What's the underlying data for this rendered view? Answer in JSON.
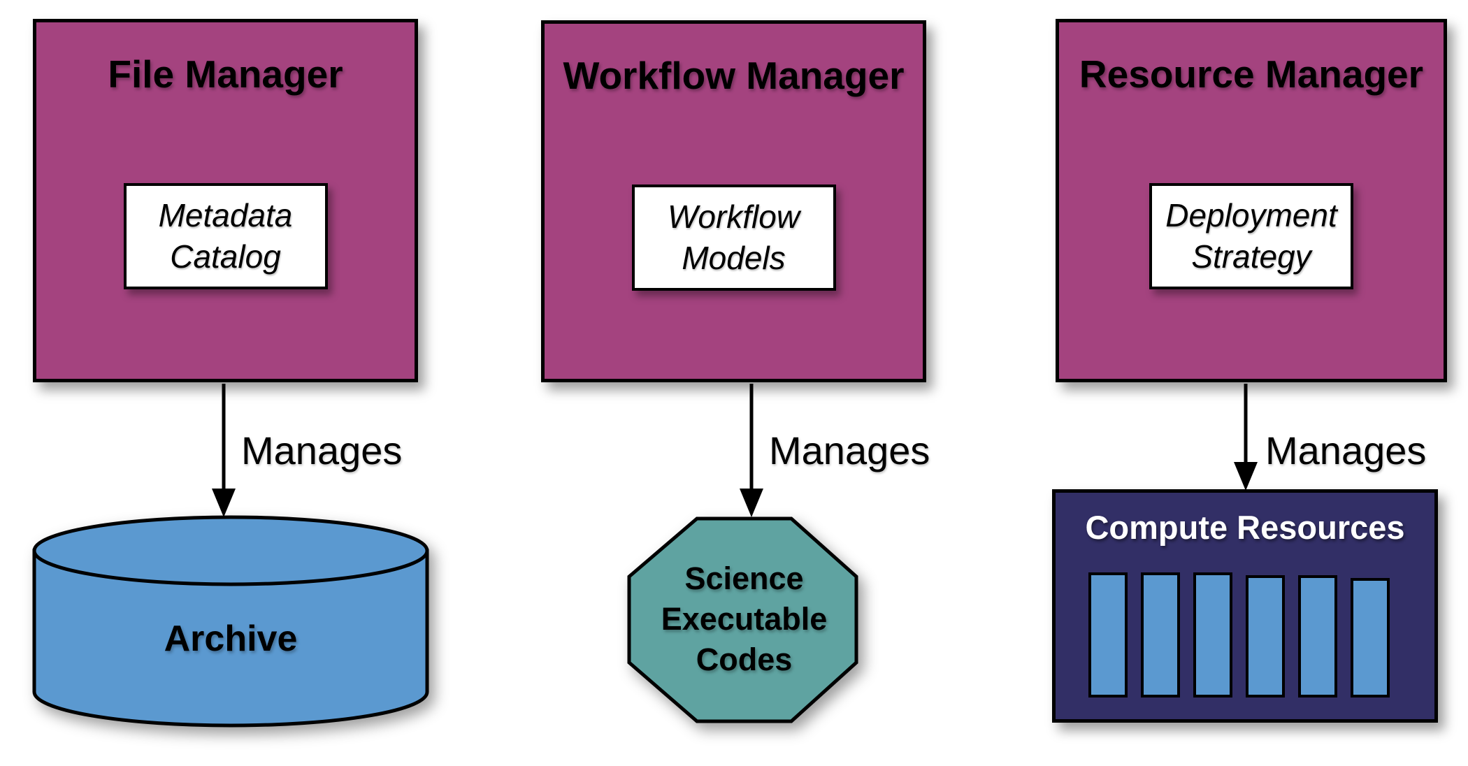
{
  "diagram": {
    "colors": {
      "manager_fill": "#A4437F",
      "border": "#000000",
      "archive_fill": "#5B99D0",
      "octagon_fill": "#5FA3A1",
      "compute_fill": "#322F66",
      "bar_fill": "#5B99D0",
      "compute_title": "#FFFFFF"
    },
    "columns": [
      {
        "manager": {
          "title": "File Manager",
          "artifact_lines": [
            "Metadata",
            "Catalog"
          ]
        },
        "edge_label": "Manages",
        "target": {
          "type": "cylinder",
          "label": "Archive"
        }
      },
      {
        "manager": {
          "title": "Workflow Manager",
          "artifact_lines": [
            "Workflow",
            "Models"
          ]
        },
        "edge_label": "Manages",
        "target": {
          "type": "octagon",
          "label_lines": [
            "Science",
            "Executable",
            "Codes"
          ]
        }
      },
      {
        "manager": {
          "title": "Resource Manager",
          "artifact_lines": [
            "Deployment",
            "Strategy"
          ]
        },
        "edge_label": "Manages",
        "target": {
          "type": "server-box",
          "label": "Compute Resources",
          "bar_count": 6
        }
      }
    ]
  }
}
